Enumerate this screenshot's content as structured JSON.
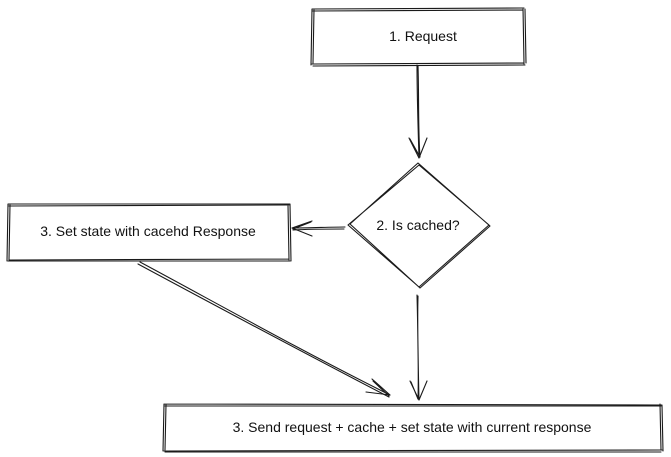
{
  "nodes": {
    "request": {
      "label": "1. Request"
    },
    "is_cached": {
      "label": "2. Is cached?"
    },
    "set_state_cached": {
      "label": "3. Set state with cacehd Response"
    },
    "send_request": {
      "label": "3. Send request + cache + set state with current response"
    }
  },
  "colors": {
    "stroke": "#1a1a1a",
    "text": "#111111",
    "background": "#ffffff"
  }
}
